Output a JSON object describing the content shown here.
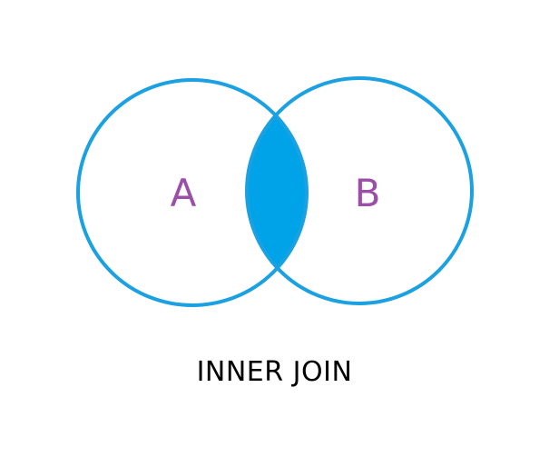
{
  "diagram": {
    "type": "venn",
    "sets": [
      {
        "label": "A"
      },
      {
        "label": "B"
      }
    ],
    "highlighted_region": "intersection",
    "caption": "INNER JOIN"
  },
  "colors": {
    "circle_stroke": "#1ba1e2",
    "intersection_fill": "#00a2e8",
    "set_label": "#9b4fa8",
    "caption": "#000000",
    "background": "#ffffff"
  }
}
